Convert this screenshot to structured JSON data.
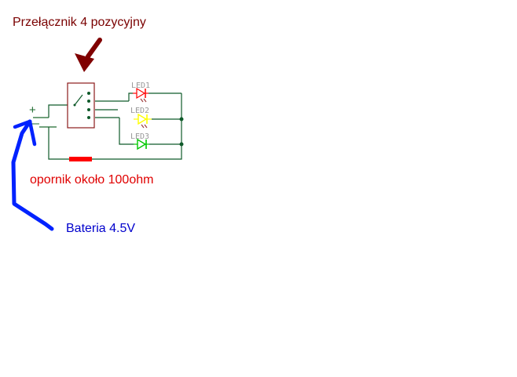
{
  "diagram": {
    "labels": {
      "switch": "Przełącznik 4 pozycyjny",
      "resistor": "opornik około 100ohm",
      "battery": "Bateria 4.5V"
    },
    "components": {
      "led1": "LED1",
      "led2": "LED2",
      "led3": "LED3"
    },
    "battery_symbols": {
      "plus": "+"
    },
    "colors": {
      "wire": "#0f5a2a",
      "switch_body": "#8b1a1a",
      "led1": "#ff0000",
      "led2": "#ffff00",
      "led3": "#00c800",
      "resistor": "#ff0000",
      "battery_arrow": "#0022ff",
      "switch_arrow": "#800000"
    }
  }
}
